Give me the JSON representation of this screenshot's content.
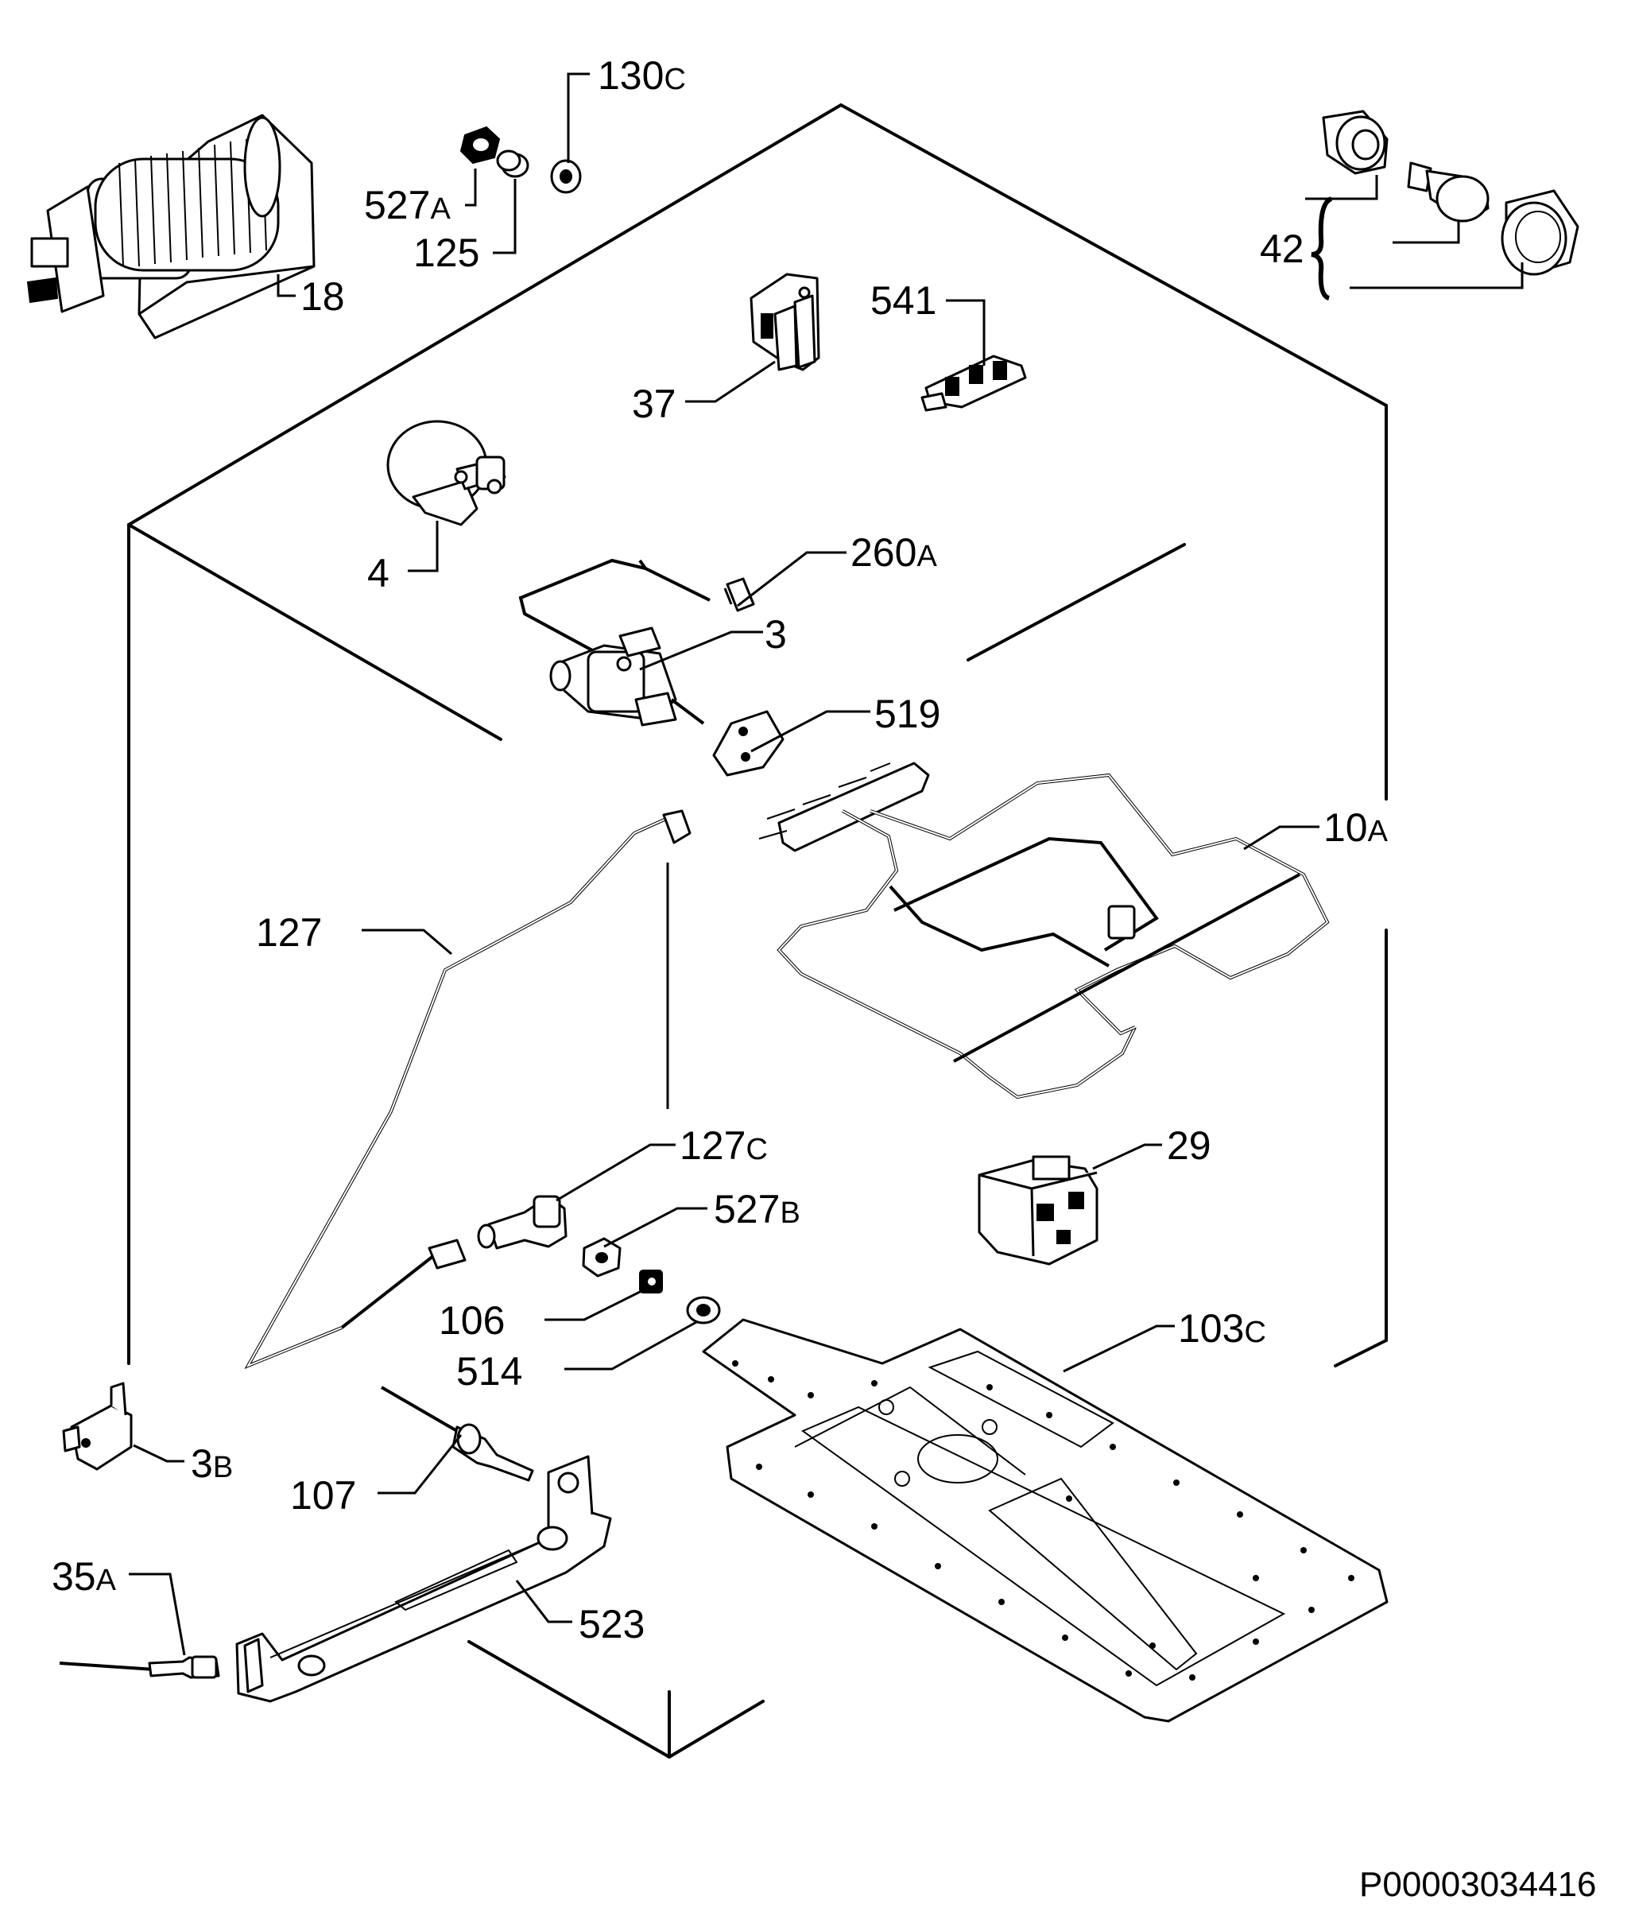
{
  "document_id": "P00003034416",
  "callouts": [
    {
      "id": "130",
      "suffix": "C"
    },
    {
      "id": "527",
      "suffix": "A"
    },
    {
      "id": "125",
      "suffix": ""
    },
    {
      "id": "18",
      "suffix": ""
    },
    {
      "id": "42",
      "suffix": ""
    },
    {
      "id": "541",
      "suffix": ""
    },
    {
      "id": "37",
      "suffix": ""
    },
    {
      "id": "4",
      "suffix": ""
    },
    {
      "id": "260",
      "suffix": "A"
    },
    {
      "id": "3",
      "suffix": ""
    },
    {
      "id": "519",
      "suffix": ""
    },
    {
      "id": "10",
      "suffix": "A"
    },
    {
      "id": "127",
      "suffix": ""
    },
    {
      "id": "127",
      "suffix": "C"
    },
    {
      "id": "29",
      "suffix": ""
    },
    {
      "id": "527",
      "suffix": "B"
    },
    {
      "id": "106",
      "suffix": ""
    },
    {
      "id": "103",
      "suffix": "C"
    },
    {
      "id": "514",
      "suffix": ""
    },
    {
      "id": "3",
      "suffix": "B"
    },
    {
      "id": "107",
      "suffix": ""
    },
    {
      "id": "35",
      "suffix": "A"
    },
    {
      "id": "523",
      "suffix": ""
    }
  ]
}
